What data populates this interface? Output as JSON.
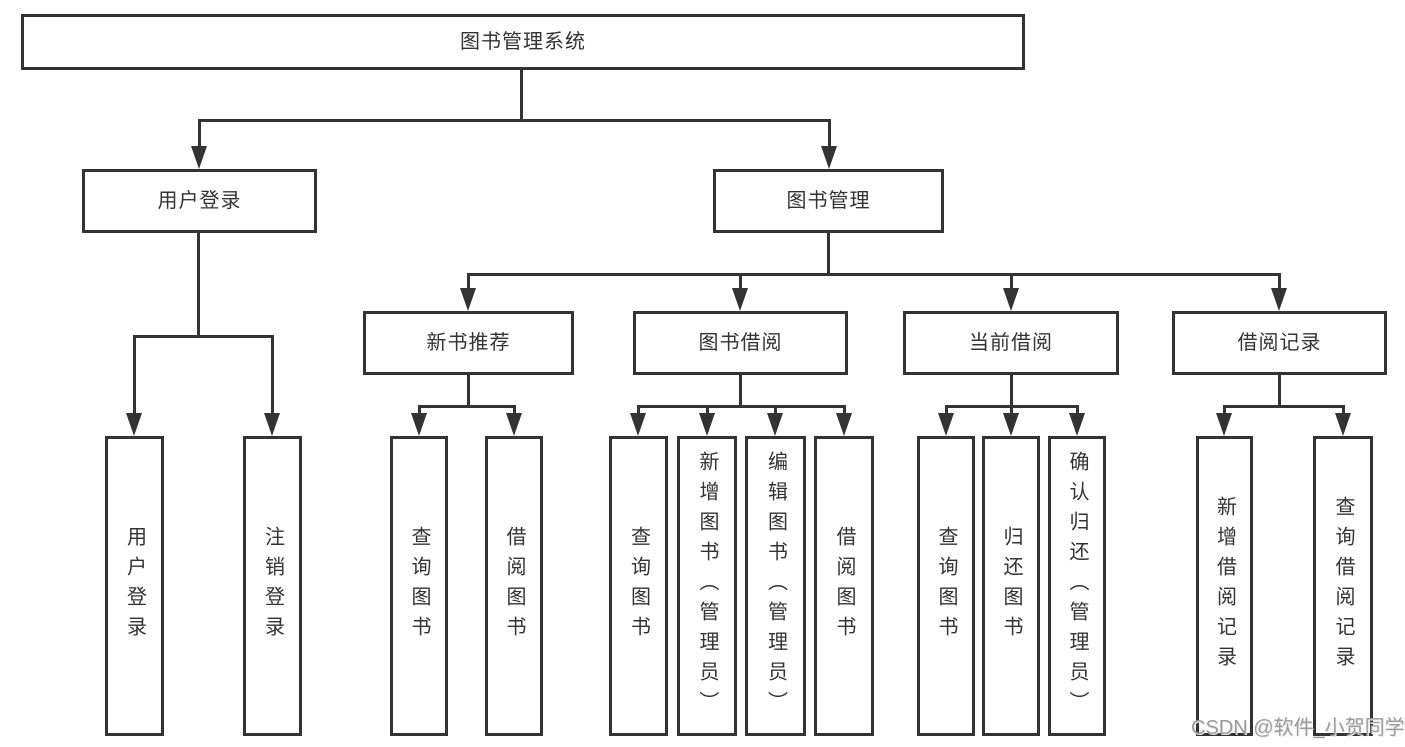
{
  "diagram": {
    "root": {
      "label": "图书管理系统"
    },
    "level2": [
      {
        "label": "用户登录",
        "children": [
          {
            "label": "用户登录"
          },
          {
            "label": "注销登录"
          }
        ]
      },
      {
        "label": "图书管理"
      }
    ],
    "level3": [
      {
        "label": "新书推荐",
        "children": [
          {
            "label": "查询图书"
          },
          {
            "label": "借阅图书"
          }
        ]
      },
      {
        "label": "图书借阅",
        "children": [
          {
            "label": "查询图书"
          },
          {
            "label": "新增图书（管理员）"
          },
          {
            "label": "编辑图书（管理员）"
          },
          {
            "label": "借阅图书"
          }
        ]
      },
      {
        "label": "当前借阅",
        "children": [
          {
            "label": "查询图书"
          },
          {
            "label": "归还图书"
          },
          {
            "label": "确认归还（管理员）"
          }
        ]
      },
      {
        "label": "借阅记录",
        "children": [
          {
            "label": "新增借阅记录"
          },
          {
            "label": "查询借阅记录"
          }
        ]
      }
    ],
    "colors": {
      "line": "#333333",
      "text": "#333333",
      "background": "#ffffff",
      "watermark": "#9b9b9b"
    }
  },
  "watermark": {
    "text": "CSDN @软件_小贺同学"
  }
}
